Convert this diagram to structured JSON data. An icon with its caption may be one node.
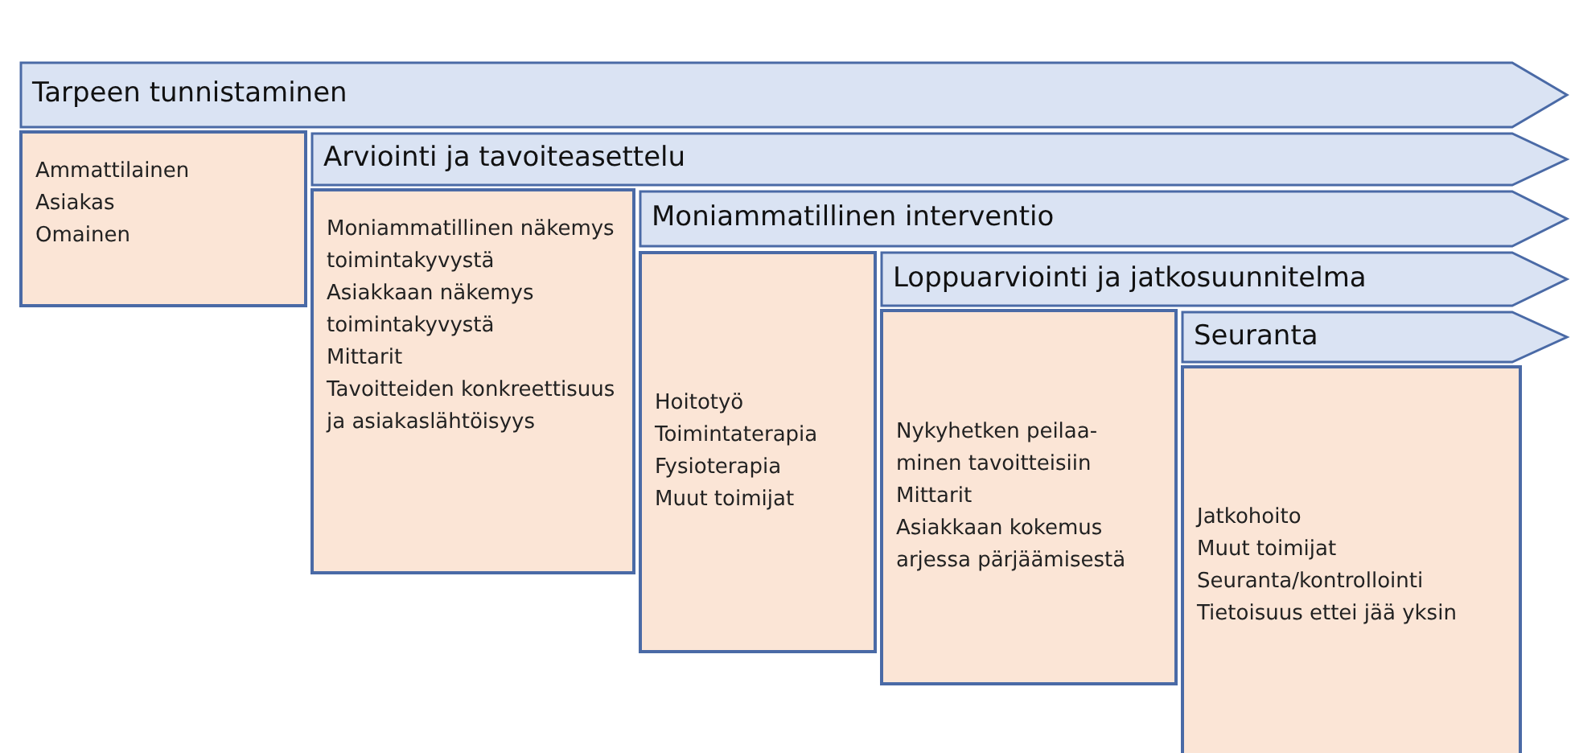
{
  "diagram": {
    "nodes": [
      {
        "text": [
          "Tarpeen tunnistaminen"
        ]
      },
      {
        "text": [
          "Ammattilainen",
          "Asiakas",
          "Omainen"
        ]
      },
      {
        "text": [
          "Arviointi ja tavoiteasettelu"
        ]
      },
      {
        "text": [
          "Moniammatillinen näkemys toimintakyvystä",
          "Asiakkaan näkemys toimintakyvystä",
          "Mittarit",
          "Tavoitteiden konkreettisuus ja asiakaslähtöisyys"
        ]
      },
      {
        "text": [
          "Moniammatillinen interventio"
        ]
      },
      {
        "text": [
          "Hoitotyö",
          "Toimintaterapia",
          "Fysioterapia",
          "Muut toimijat"
        ]
      },
      {
        "text": [
          "Loppuarviointi ja jatkosuunnitelma"
        ]
      },
      {
        "text": [
          "Nykyhetken peilaa- minen tavoitteisiin",
          "Mittarit",
          "Asiakkaan kokemus arjessa pärjäämisestä"
        ]
      },
      {
        "text": [
          "Seuranta"
        ]
      },
      {
        "text": [
          "Jatkohoito",
          "Muut toimijat",
          "Seuranta/kontrollointi",
          "Tietoisuus ettei jää yksin"
        ]
      }
    ],
    "edges": []
  }
}
